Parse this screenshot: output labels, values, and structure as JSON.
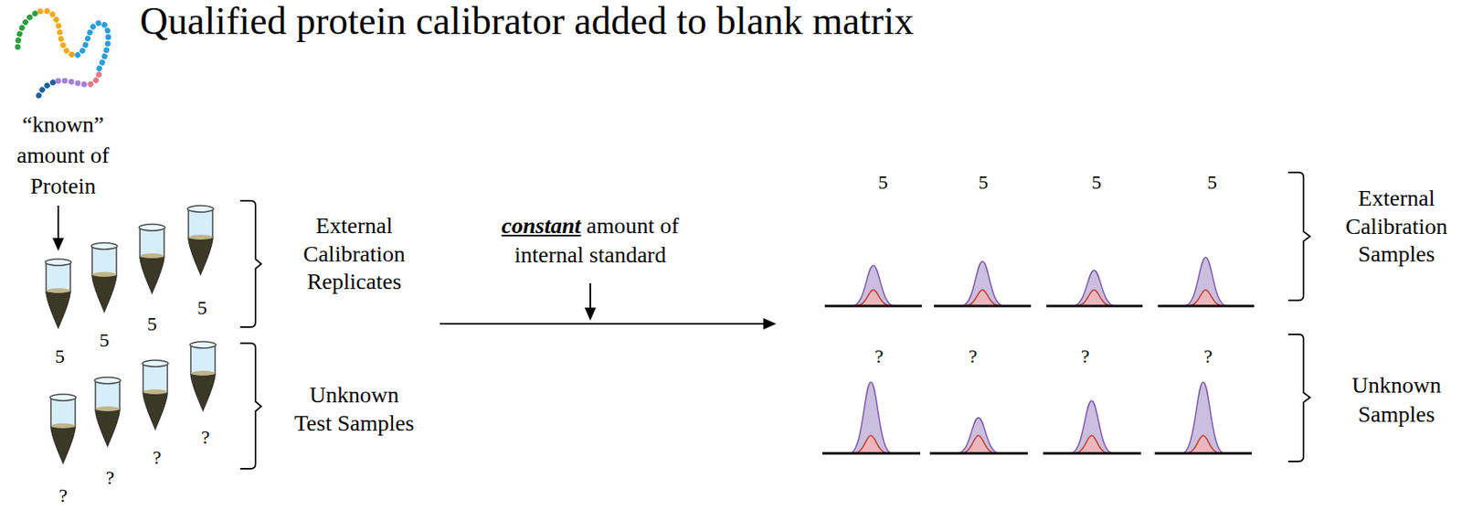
{
  "diagram": {
    "title": "Qualified protein calibrator added to blank matrix",
    "labels": [
      "“known” amount of Protein",
      "5",
      "5",
      "5",
      "5",
      "?",
      "?",
      "?",
      "?",
      "External Calibration Replicates",
      "Unknown Test Samples",
      "constant",
      "amount of internal standard",
      "5",
      "5",
      "5",
      "5",
      "?",
      "?",
      "?",
      "?",
      "External Calibration Samples",
      "Unknown Samples"
    ]
  }
}
